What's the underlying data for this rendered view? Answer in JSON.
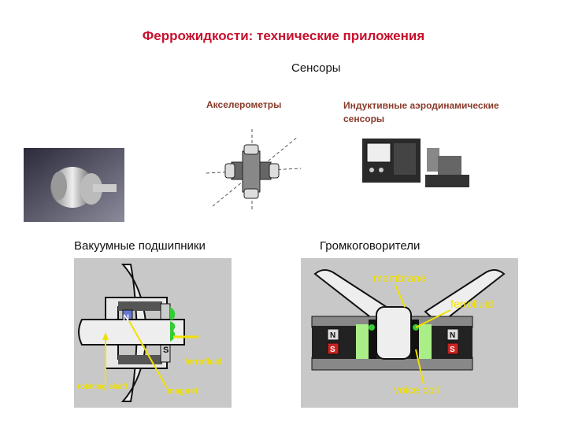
{
  "slide": {
    "title": "Феррожидкости: технические приложения",
    "sensors_heading": "Сенсоры",
    "accelerometers_label": "Акселерометры",
    "inductive_label": "Индуктивные аэродинамические сенсоры",
    "vacuum_bearings_label": "Вакуумные подшипники",
    "loudspeakers_label": "Громкоговорители"
  },
  "bearing_diagram": {
    "label_n": "N",
    "label_s": "S",
    "label_ferrofluid": "ferrofluid",
    "label_rotating_shaft": "rotating shaft",
    "label_magnet": "magnet"
  },
  "speaker_diagram": {
    "label_membrane": "membrane",
    "label_ferrofluid": "ferrofluid",
    "label_n": "N",
    "label_s": "S",
    "label_voice_coil": "voice coil"
  },
  "colors": {
    "title": "#c8102e",
    "diagram_background": "#c8c8c8",
    "ferrofluid": "#33cc33",
    "arrow": "#f0e000",
    "magnet_red": "#cc2222",
    "label_yellow": "#f0e000"
  }
}
